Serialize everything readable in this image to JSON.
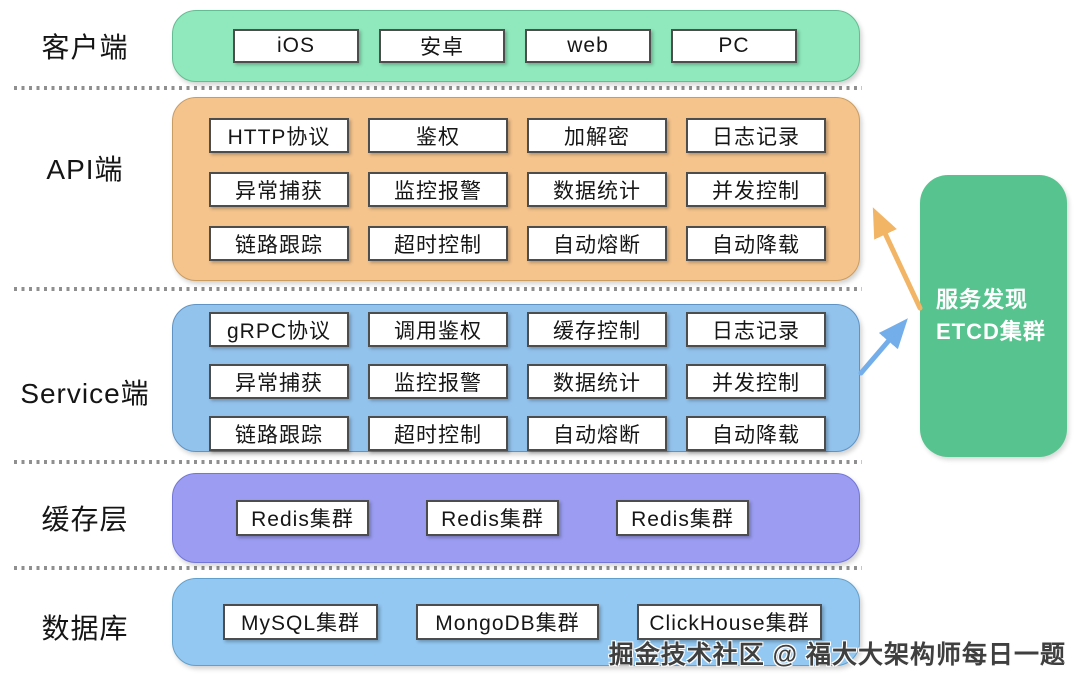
{
  "layers": [
    {
      "name": "client",
      "label": "客户端",
      "items": [
        "iOS",
        "安卓",
        "web",
        "PC"
      ]
    },
    {
      "name": "api",
      "label": "API端",
      "rows": [
        [
          "HTTP协议",
          "鉴权",
          "加解密",
          "日志记录"
        ],
        [
          "异常捕获",
          "监控报警",
          "数据统计",
          "并发控制"
        ],
        [
          "链路跟踪",
          "超时控制",
          "自动熔断",
          "自动降载"
        ]
      ]
    },
    {
      "name": "service",
      "label": "Service端",
      "rows": [
        [
          "gRPC协议",
          "调用鉴权",
          "缓存控制",
          "日志记录"
        ],
        [
          "异常捕获",
          "监控报警",
          "数据统计",
          "并发控制"
        ],
        [
          "链路跟踪",
          "超时控制",
          "自动熔断",
          "自动降载"
        ]
      ]
    },
    {
      "name": "cache",
      "label": "缓存层",
      "items": [
        "Redis集群",
        "Redis集群",
        "Redis集群"
      ]
    },
    {
      "name": "database",
      "label": "数据库",
      "items": [
        "MySQL集群",
        "MongoDB集群",
        "ClickHouse集群"
      ]
    }
  ],
  "service_discovery": {
    "line1": "服务发现",
    "line2": "ETCD集群"
  },
  "watermark": "掘金技术社区 @ 福大大架构师每日一题",
  "colors": {
    "client_band": "#8FE9BC",
    "api_band": "#F5C48D",
    "service_band": "#92C3ED",
    "cache_band": "#9B9CF2",
    "database_band": "#93C8F2",
    "etcd_box": "#57C38E",
    "api_arrow": "#F2B465",
    "service_arrow": "#74AEEA"
  }
}
